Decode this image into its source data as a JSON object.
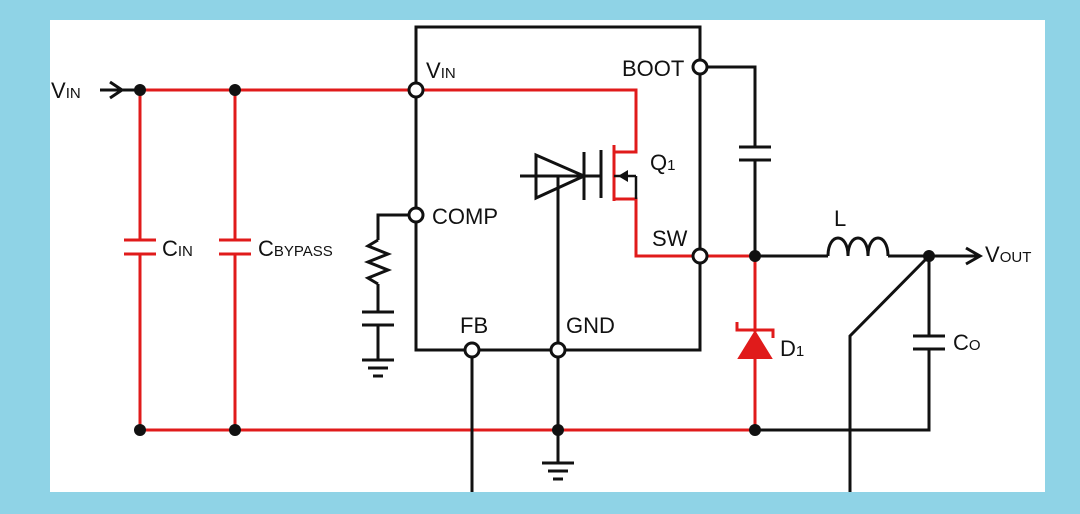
{
  "colors": {
    "frame": "#8fd3e6",
    "board": "#ffffff",
    "red_wire": "#e01b1b",
    "black_wire": "#111111"
  },
  "labels": {
    "vin_ext": [
      "V",
      "IN"
    ],
    "vin_pin": [
      "V",
      "IN"
    ],
    "boot": "BOOT",
    "q1": [
      "Q",
      "1"
    ],
    "comp": "COMP",
    "sw": "SW",
    "fb": "FB",
    "gnd": "GND",
    "cin": [
      "C",
      "IN"
    ],
    "cbypass": [
      "C",
      "BYPASS"
    ],
    "l": "L",
    "vout": [
      "V",
      "OUT"
    ],
    "d1": [
      "D",
      "1"
    ],
    "co": [
      "C",
      "O"
    ]
  }
}
